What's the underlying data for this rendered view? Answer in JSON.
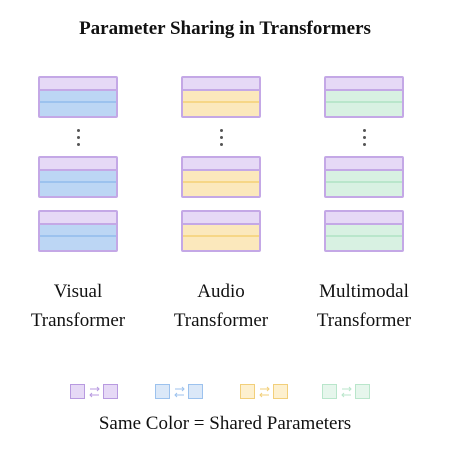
{
  "title": "Parameter Sharing in Transformers",
  "columns": [
    {
      "label_line1": "Visual",
      "label_line2": "Transformer",
      "color_hex": "#bcd6f4",
      "line_hex": "#9cc2ee"
    },
    {
      "label_line1": "Audio",
      "label_line2": "Transformer",
      "color_hex": "#fbe8bc",
      "line_hex": "#f6d686"
    },
    {
      "label_line1": "Multimodal",
      "label_line2": "Transformer",
      "color_hex": "#d8f1e2",
      "line_hex": "#b9e6cb"
    }
  ],
  "legend": {
    "pairs": [
      {
        "name": "purple",
        "fill": "#e6d9f6",
        "stroke": "#b89ae0"
      },
      {
        "name": "blue",
        "fill": "#dbe8f8",
        "stroke": "#9cc2ee"
      },
      {
        "name": "yellow",
        "fill": "#fdf0cf",
        "stroke": "#f2cf7a"
      },
      {
        "name": "green",
        "fill": "#e6f6ec",
        "stroke": "#b9e6cb"
      }
    ],
    "caption": "Same Color  =  Shared Parameters"
  }
}
